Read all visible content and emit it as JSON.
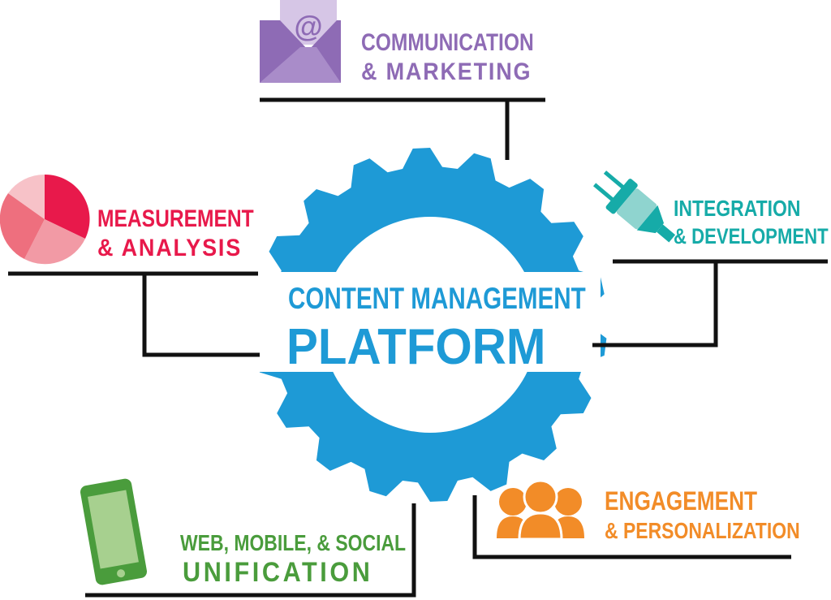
{
  "center": {
    "line1": "CONTENT MANAGEMENT",
    "line2": "PLATFORM"
  },
  "nodes": {
    "communication": {
      "line1": "COMMUNICATION",
      "line2": "& MARKETING",
      "icon": "envelope-icon",
      "color": "#8e6bb5"
    },
    "measurement": {
      "line1": "MEASUREMENT",
      "line2": "& ANALYSIS",
      "icon": "pie-chart-icon",
      "color": "#e8194b"
    },
    "integration": {
      "line1": "INTEGRATION",
      "line2": "& DEVELOPMENT",
      "icon": "plug-icon",
      "color": "#16aba8"
    },
    "web": {
      "line1": "WEB, MOBILE, & SOCIAL",
      "line2": "UNIFICATION",
      "icon": "phone-icon",
      "color": "#4a9c3c"
    },
    "engagement": {
      "line1": "ENGAGEMENT",
      "line2": "& PERSONALIZATION",
      "icon": "people-icon",
      "color": "#f28c28"
    }
  },
  "colors": {
    "gear": "#1e9ad6",
    "connector": "#111111"
  }
}
